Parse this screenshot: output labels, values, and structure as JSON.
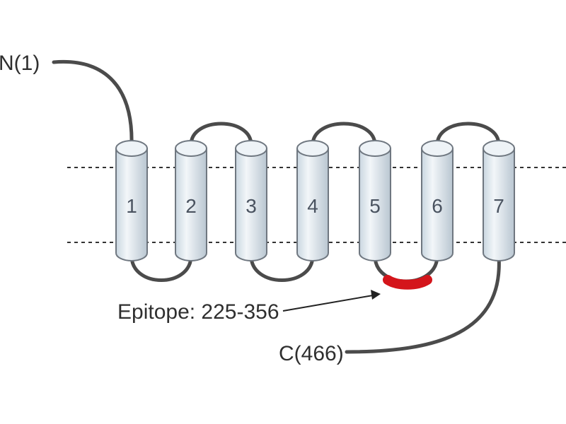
{
  "labels": {
    "n_terminus": "N(1)",
    "c_terminus": "C(466)",
    "epitope": "Epitope: 225-356"
  },
  "helices": [
    "1",
    "2",
    "3",
    "4",
    "5",
    "6",
    "7"
  ],
  "colors": {
    "helix_fill": "#dfe8ef",
    "helix_stroke": "#6f7780",
    "loop": "#4b4b4b",
    "membrane": "#333333",
    "epitope": "#d4151b"
  }
}
